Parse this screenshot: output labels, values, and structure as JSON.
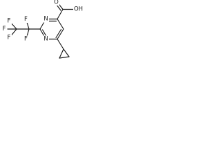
{
  "molecule": {
    "labels": {
      "ring_n_upper": "N",
      "ring_n_lower": "N",
      "acid_o_carbonyl": "O",
      "acid_oh": "OH",
      "f_top_left": "F",
      "f_top_right": "F",
      "f_left": "F",
      "f_bottom_left": "F",
      "f_bottom_right": "F"
    }
  }
}
